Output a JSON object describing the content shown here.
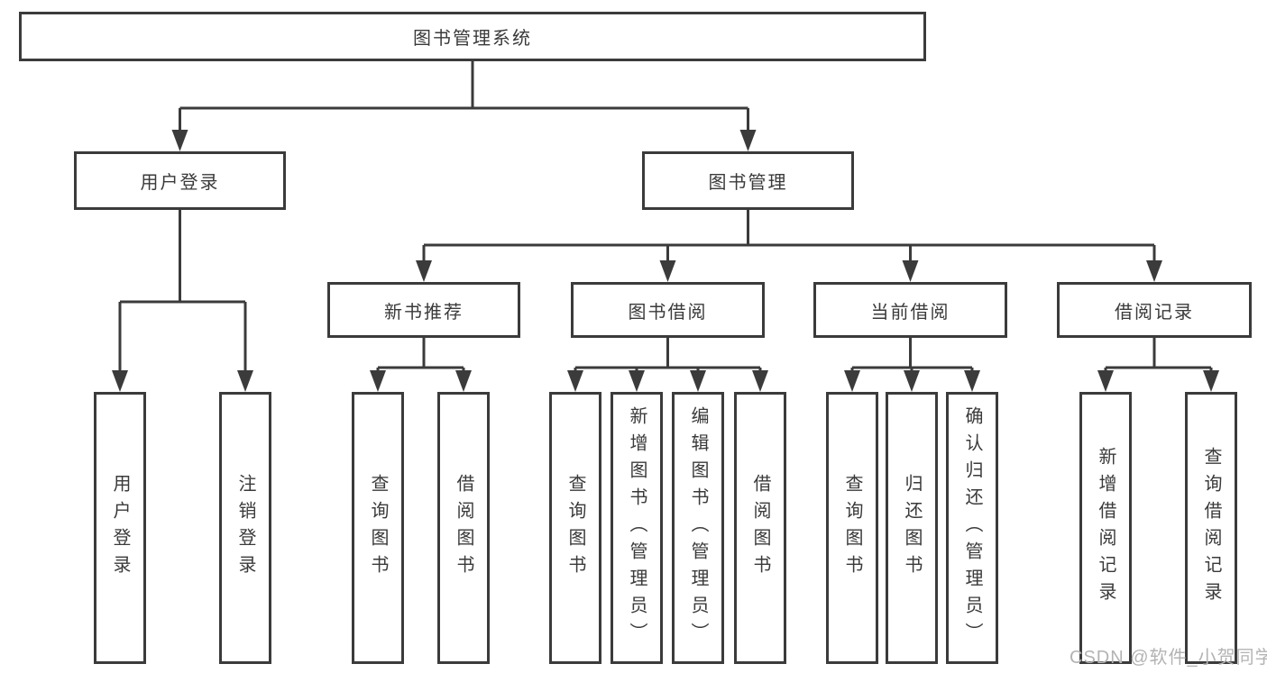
{
  "diagram": {
    "root": "图书管理系统",
    "level2": [
      "用户登录",
      "图书管理"
    ],
    "level3": [
      "新书推荐",
      "图书借阅",
      "当前借阅",
      "借阅记录"
    ],
    "leaves": {
      "user_login": [
        "用户登录",
        "注销登录"
      ],
      "new_book": [
        "查询图书",
        "借阅图书"
      ],
      "book_borrow": [
        "查询图书",
        "新增图书（管理员）",
        "编辑图书（管理员）",
        "借阅图书"
      ],
      "current_borrow": [
        "查询图书",
        "归还图书",
        "确认归还（管理员）"
      ],
      "borrow_record": [
        "新增借阅记录",
        "查询借阅记录"
      ]
    }
  },
  "watermark": "CSDN @软件_小贺同学",
  "colors": {
    "line": "#3b3b3b",
    "text": "#3a3a3a",
    "background": "#ffffff",
    "watermark": "#b3b3b3"
  }
}
